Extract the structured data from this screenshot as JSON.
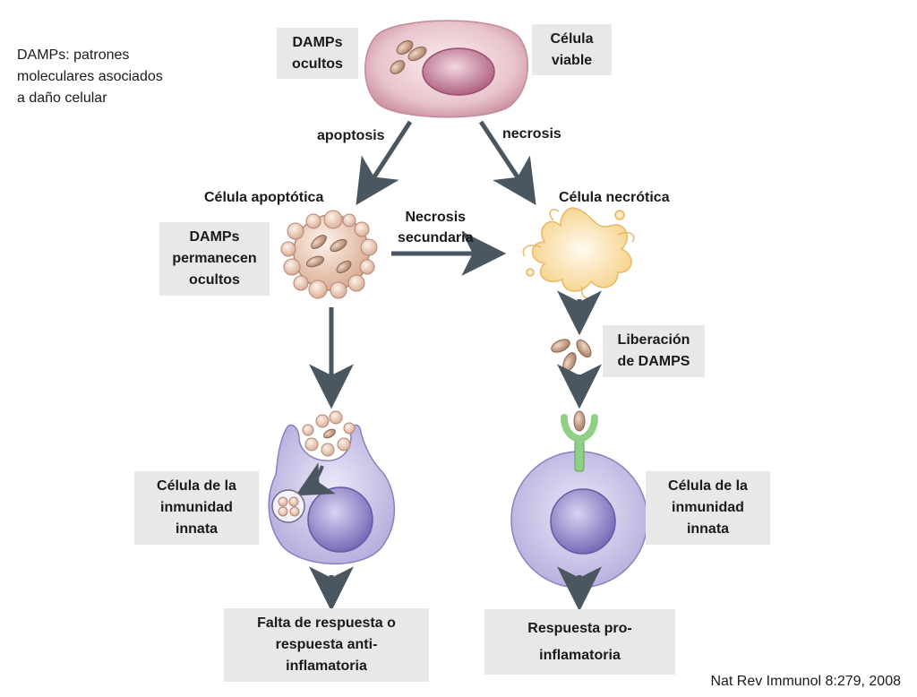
{
  "note": {
    "line1": "DAMPs: patrones",
    "line2": "moleculares asociados",
    "line3": "a daño celular"
  },
  "boxes": {
    "hidden_damps": [
      "DAMPs",
      "ocultos"
    ],
    "viable_cell": [
      "Célula",
      "viable"
    ],
    "damps_remain_hidden": [
      "DAMPs",
      "permanecen",
      "ocultos"
    ],
    "damps_release": [
      "Liberación",
      "de DAMPS"
    ],
    "innate_cell_left": [
      "Célula de la",
      "inmunidad",
      "innata"
    ],
    "innate_cell_right": [
      "Célula de la",
      "inmunidad",
      "innata"
    ],
    "anti_inflammatory_response": [
      "Falta de respuesta o",
      "respuesta anti-",
      "inflamatoria"
    ],
    "pro_inflammatory_response": [
      "Respuesta pro-",
      "inflamatoria"
    ]
  },
  "labels": {
    "apoptosis": "apoptosis",
    "necrosis": "necrosis",
    "apoptotic_cell": "Célula apoptótica",
    "necrotic_cell": "Célula necrótica",
    "secondary_necrosis": [
      "Necrosis",
      "secundaria"
    ]
  },
  "citation": "Nat Rev Immunol 8:279, 2008",
  "colors": {
    "arrow": "#4a5660",
    "box_bg": "#e8e8e8",
    "viable_cell": "#d7a0ae",
    "viable_nucleus": "#a9597a",
    "damp_granule": "#b78e76",
    "apoptotic_bleb": "#e3b9a3",
    "necrotic_cell": "#f7d58f",
    "immune_cell": "#cbc5e7",
    "immune_nucleus": "#8378bd",
    "receptor": "#8fcf86"
  }
}
